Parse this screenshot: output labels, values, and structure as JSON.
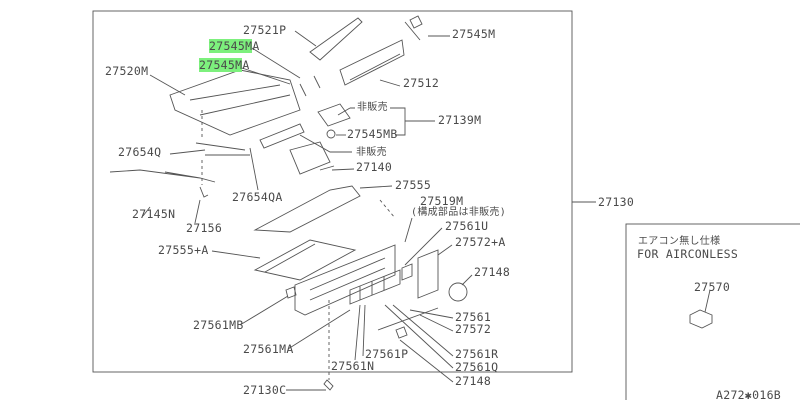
{
  "diagram": {
    "labels": {
      "p27521P": "27521P",
      "p27545M": "27545M",
      "p27545MA_1_hl": "27545M",
      "p27545MA_1_suffix": "A",
      "p27545MA_2_hl": "27545M",
      "p27545MA_2_suffix": "A",
      "p27520M": "27520M",
      "p27512": "27512",
      "not_for_sale_1": "非販売",
      "p27139M": "27139M",
      "p27545MB": "27545MB",
      "p27654Q": "27654Q",
      "not_for_sale_2": "非販売",
      "p27140": "27140",
      "p27555": "27555",
      "p27654QA": "27654QA",
      "p27519M": "27519M",
      "p27519M_note": "(構成部品は非販売)",
      "p27145N": "27145N",
      "p27156": "27156",
      "p27561U": "27561U",
      "p27572A": "27572+A",
      "p27555A": "27555+A",
      "p27148_top": "27148",
      "p27561": "27561",
      "p27572": "27572",
      "p27561MB": "27561MB",
      "p27561MA": "27561MA",
      "p27561P": "27561P",
      "p27561R": "27561R",
      "p27561N": "27561N",
      "p27561Q": "27561Q",
      "p27148_bottom": "27148",
      "p27130C": "27130C",
      "p27130": "27130"
    },
    "inset": {
      "title_jp": "エアコン無し仕様",
      "title_en": "FOR AIRCONLESS",
      "p27570": "27570"
    },
    "drawing_code": "A272✱016B",
    "highlight_color": "#7df07d",
    "line_color": "#4a4a4a"
  }
}
